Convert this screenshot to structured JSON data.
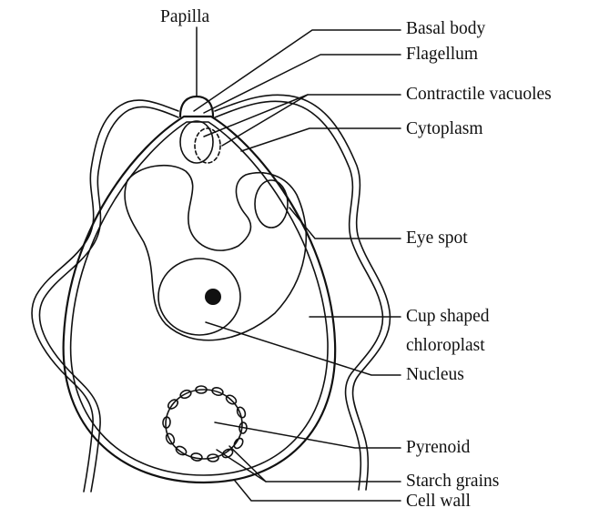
{
  "labels": {
    "papilla": "Papilla",
    "basal_body": "Basal body",
    "flagellum": "Flagellum",
    "contractile_vacuoles": "Contractile vacuoles",
    "cytoplasm": "Cytoplasm",
    "eye_spot": "Eye spot",
    "chloroplast_line1": "Cup shaped",
    "chloroplast_line2": "chloroplast",
    "nucleus": "Nucleus",
    "pyrenoid": "Pyrenoid",
    "starch_grains": "Starch grains",
    "cell_wall": "Cell wall"
  }
}
